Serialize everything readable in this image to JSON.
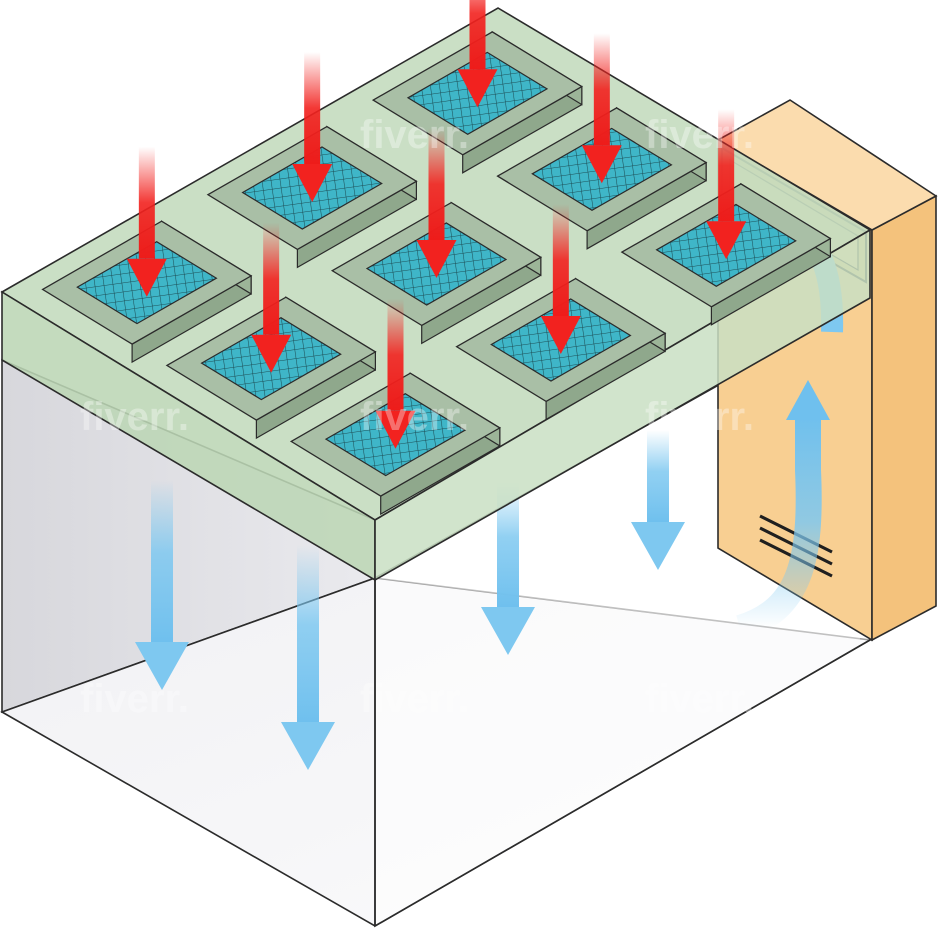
{
  "diagram": {
    "subject": "cleanroom laminar airflow with ceiling HEPA filter units and return air unit",
    "ceiling_filter_count": 9,
    "colors": {
      "supply_air": "#f2221f",
      "filtered_air": "#7ec8f0",
      "plenum": "#c6dcc0",
      "filter_frame": "#a9bfa6",
      "filter_mesh": "#3fb6c8",
      "return_unit": "#f8cf92",
      "room_walls": "#e9e9ec",
      "outline": "#2b2b2b"
    }
  },
  "watermarks": [
    "fiverr.",
    "fiverr.",
    "fiverr.",
    "fiverr.",
    "fiverr.",
    "fiverr.",
    "fiverr.",
    "fiverr.",
    "fiverr."
  ]
}
